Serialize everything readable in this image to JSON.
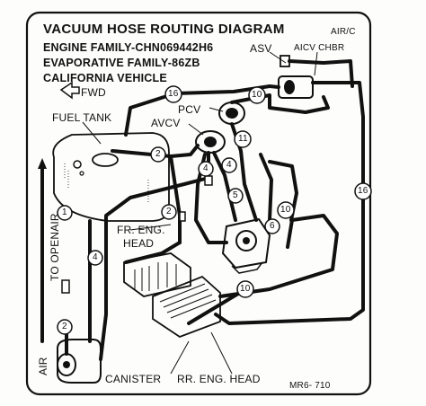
{
  "header": {
    "title": "VACUUM HOSE ROUTING DIAGRAM",
    "air_conditioning": "AIR/C",
    "engine_family": "ENGINE FAMILY-CHN069442H6",
    "evaporative_family": "EVAPORATIVE FAMILY-86ZB",
    "vehicle": "CALIFORNIA VEHICLE"
  },
  "labels": {
    "fwd": "FWD",
    "asv": "ASV",
    "aicv_chbr": "AICV CHBR",
    "pcv": "PCV",
    "avcv": "AVCV",
    "fuel_tank": "FUEL TANK",
    "to_openair": "TO OPENAIR",
    "fr_eng_head": "FR. ENG.",
    "fr_eng_head_2": "HEAD",
    "canister": "CANISTER",
    "rr_eng_head": "RR. ENG. HEAD",
    "air": "AIR",
    "part_number": "MR6- 710"
  },
  "hose_numbers": {
    "h1": "1",
    "h2": "2",
    "h2b": "2",
    "h4a": "4",
    "h4b": "4",
    "h4c": "4",
    "h5": "5",
    "h6": "6",
    "h10a": "10",
    "h10b": "10",
    "h10c": "10",
    "h11": "11",
    "h16a": "16",
    "h16b": "16"
  }
}
